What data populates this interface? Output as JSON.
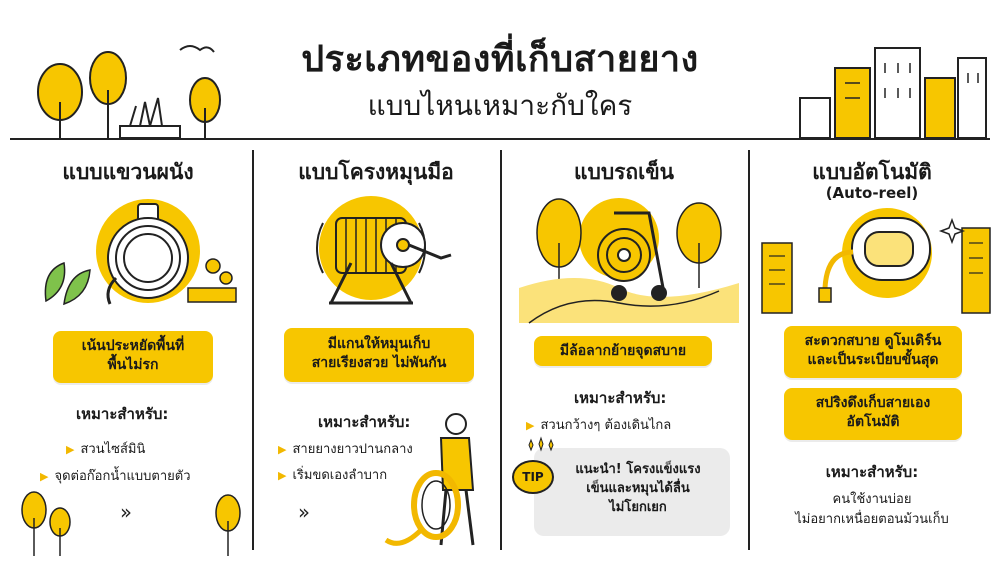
{
  "header": {
    "title": "ประเภทของที่เก็บสายยาง",
    "subtitle": "แบบไหนเหมาะกับใคร"
  },
  "colors": {
    "accent": "#f7c600",
    "ink": "#222222",
    "panel_grey": "#ebebeb"
  },
  "columns": [
    {
      "title": "แบบแขวนผนัง",
      "icon": "wall-mounted-hose-icon",
      "highlight": [
        "เน้นประหยัดพื้นที่",
        "พื้นไม่รก"
      ],
      "for_label": "เหมาะสำหรับ:",
      "items": [
        "สวนไซส์มินิ",
        "จุดต่อก๊อกน้ำแบบตายตัว"
      ]
    },
    {
      "title": "แบบโครงหมุนมือ",
      "icon": "hand-crank-reel-icon",
      "highlight": [
        "มีแกนให้หมุนเก็บ",
        "สายเรียงสวย ไม่พันกัน"
      ],
      "for_label": "เหมาะสำหรับ:",
      "items": [
        "สายยางยาวปานกลาง",
        "เริ่มขดเองลำบาก"
      ]
    },
    {
      "title": "แบบรถเข็น",
      "icon": "hose-cart-icon",
      "highlight": [
        "มีล้อลากย้ายจุดสบาย"
      ],
      "for_label": "เหมาะสำหรับ:",
      "items": [
        "สวนกว้างๆ ต้องเดินไกล"
      ],
      "tip_badge": "TIP",
      "tip_lines": [
        "แนะนำ! โครงแข็งแรง",
        "เข็นและหมุนได้ลื่น",
        "ไม่โยกเยก"
      ]
    },
    {
      "title": "แบบอัตโนมัติ",
      "subtitle": "(Auto-reel)",
      "icon": "auto-reel-icon",
      "highlight": [
        "สะดวกสบาย ดูโมเดิร์น",
        "และเป็นระเบียบขั้นสุด"
      ],
      "highlight2": [
        "สปริงดึงเก็บสายเอง",
        "อัตโนมัติ"
      ],
      "for_label": "เหมาะสำหรับ:",
      "for_lines": [
        "คนใช้งานบ่อย",
        "ไม่อยากเหนื่อยตอนม้วนเก็บ"
      ]
    }
  ]
}
